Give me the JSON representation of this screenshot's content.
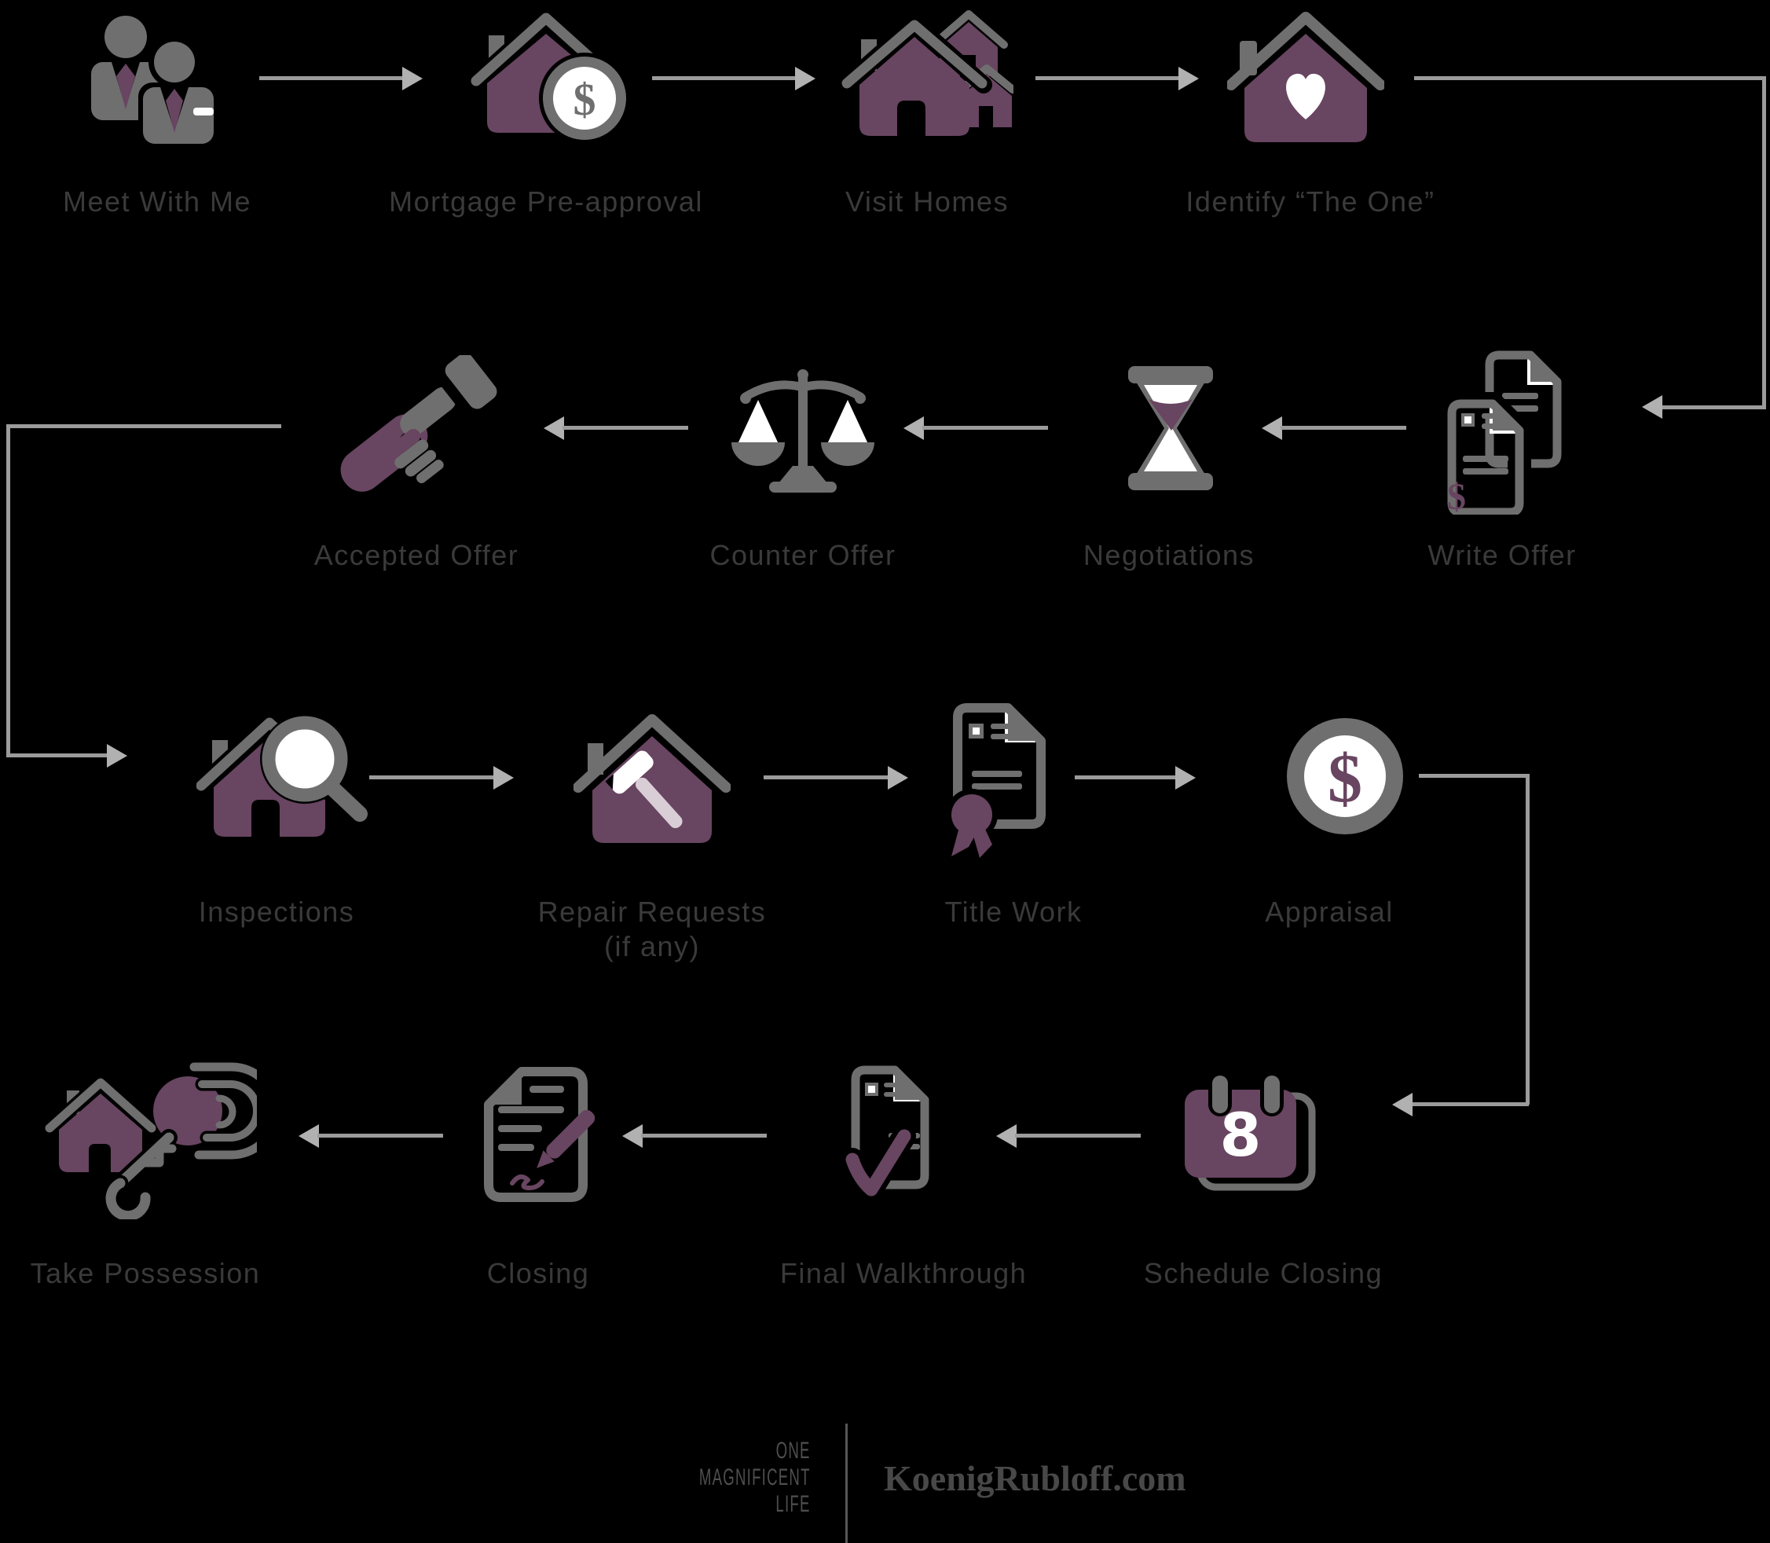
{
  "colors": {
    "background": "#000000",
    "icon_gray": "#6f6f6f",
    "icon_purple": "#684560",
    "connector_line": "#9b9b9b",
    "arrowhead": "#b1b1b1",
    "step_label": "#3a3a3a",
    "footer_text": "#4f4f4f"
  },
  "glyphs": {
    "dollar": "$",
    "calendar_day": "8"
  },
  "steps": [
    {
      "id": "meet",
      "label": "Meet With Me",
      "icon": "two-people-icon"
    },
    {
      "id": "mortgage",
      "label": "Mortgage Pre-approval",
      "icon": "house-dollar-coin-icon"
    },
    {
      "id": "visit",
      "label": "Visit Homes",
      "icon": "three-houses-icon"
    },
    {
      "id": "identify",
      "label": "Identify “The One”",
      "icon": "house-heart-icon"
    },
    {
      "id": "write-offer",
      "label": "Write Offer",
      "icon": "documents-dollar-icon"
    },
    {
      "id": "negotiations",
      "label": "Negotiations",
      "icon": "hourglass-icon"
    },
    {
      "id": "counter-offer",
      "label": "Counter Offer",
      "icon": "balance-scales-icon"
    },
    {
      "id": "accepted",
      "label": "Accepted Offer",
      "icon": "handshake-icon"
    },
    {
      "id": "inspections",
      "label": "Inspections",
      "icon": "house-magnifier-icon"
    },
    {
      "id": "repair",
      "label": "Repair Requests",
      "label2": "(if any)",
      "icon": "house-hammer-icon"
    },
    {
      "id": "title-work",
      "label": "Title Work",
      "icon": "document-ribbon-icon"
    },
    {
      "id": "appraisal",
      "label": "Appraisal",
      "icon": "dollar-coin-icon"
    },
    {
      "id": "schedule",
      "label": "Schedule Closing",
      "icon": "calendar-icon"
    },
    {
      "id": "walkthrough",
      "label": "Final Walkthrough",
      "icon": "document-checkmark-icon"
    },
    {
      "id": "closing",
      "label": "Closing",
      "icon": "document-pen-icon"
    },
    {
      "id": "possession",
      "label": "Take Possession",
      "icon": "house-keys-icon"
    }
  ],
  "footer": {
    "tagline_line1": "ONE",
    "tagline_line2": "MAGNIFICENT",
    "tagline_line3": "LIFE",
    "website": "KoenigRubloff.com"
  }
}
